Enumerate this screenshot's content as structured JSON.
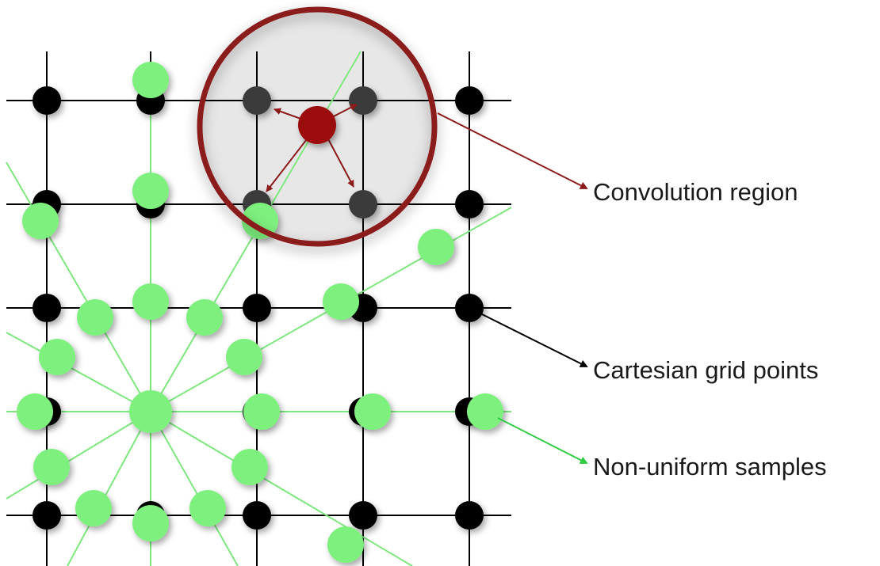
{
  "labels": {
    "convolution_region": "Convolution region",
    "cartesian_grid_points": "Cartesian grid points",
    "non_uniform_samples": "Non-uniform samples"
  },
  "colors": {
    "grid_line": "#000000",
    "grid_point": "#000000",
    "grid_point_in_region": "#3a3a3a",
    "sample": "#7ef07e",
    "sample_line": "#7ee87e",
    "region_ring": "#8b1a1a",
    "region_fill": "#e3e3e3",
    "center_sample": "#9b1010",
    "label_arrow_black": "#000000",
    "label_arrow_green": "#2ecc40"
  },
  "legend_icons": [
    "convolution-region-arrow-icon",
    "grid-point-arrow-icon",
    "sample-arrow-icon"
  ]
}
